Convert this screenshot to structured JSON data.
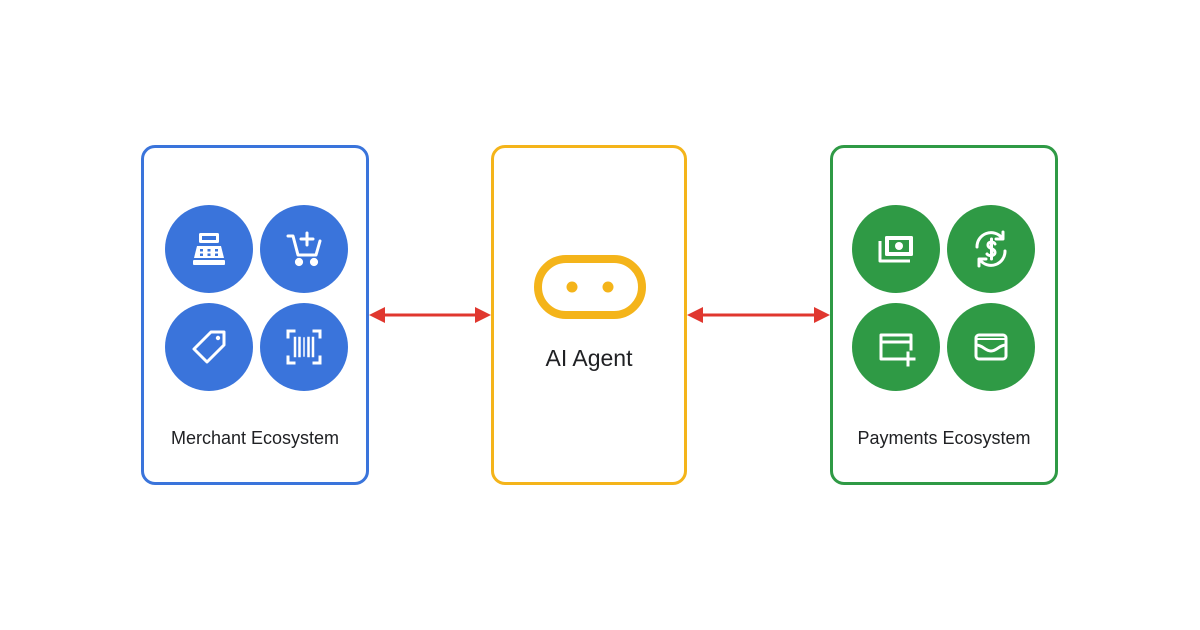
{
  "colors": {
    "merchant": "#3a74db",
    "agent": "#f4b41a",
    "payments": "#2f9a45",
    "arrow": "#e0372f",
    "icon_glyph": "#ffffff"
  },
  "merchant": {
    "label": "Merchant Ecosystem",
    "icons": [
      "cash-register-icon",
      "add-to-cart-icon",
      "price-tag-icon",
      "barcode-scanner-icon"
    ]
  },
  "agent": {
    "label": "AI Agent",
    "icon": "robot-face-icon"
  },
  "payments": {
    "label": "Payments Ecosystem",
    "icons": [
      "cash-bills-icon",
      "currency-exchange-icon",
      "add-card-icon",
      "wallet-icon"
    ]
  },
  "connectors": [
    "bidirectional-arrow",
    "bidirectional-arrow"
  ]
}
